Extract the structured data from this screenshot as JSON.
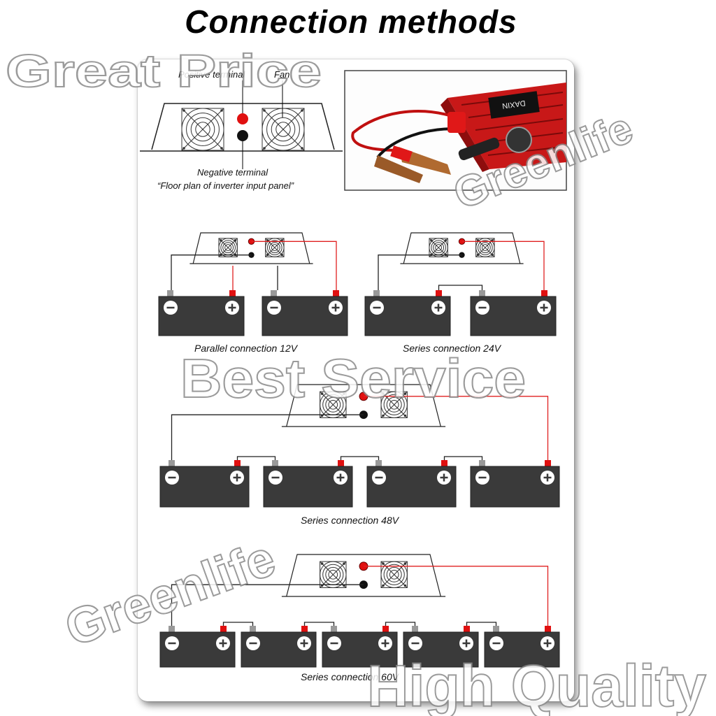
{
  "title": "Connection methods",
  "panel_labels": {
    "positive_terminal": "Positive terminal",
    "fan": "Fan",
    "negative_terminal": "Negative terminal",
    "floor_plan": "“Floor plan of inverter input panel”"
  },
  "photo": {
    "brand_text": "DAXIN"
  },
  "configs": [
    {
      "id": "parallel-12v",
      "caption": "Parallel connection 12V",
      "type": "parallel",
      "batteries": 2
    },
    {
      "id": "series-24v",
      "caption": "Series connection 24V",
      "type": "series",
      "batteries": 2
    },
    {
      "id": "series-48v",
      "caption": "Series connection 48V",
      "type": "series",
      "batteries": 4
    },
    {
      "id": "series-60v",
      "caption": "Series connection 60V",
      "type": "series",
      "batteries": 5
    }
  ],
  "battery_symbols": {
    "negative": "−",
    "positive": "+"
  },
  "watermarks": [
    "Great Price",
    "Greenlife",
    "Best Service",
    "Greenlife",
    "High Quality"
  ],
  "colors": {
    "positive_wire": "#e02020",
    "negative_wire": "#222222",
    "battery": "#3a3a3a",
    "red_terminal": "#e01010"
  }
}
